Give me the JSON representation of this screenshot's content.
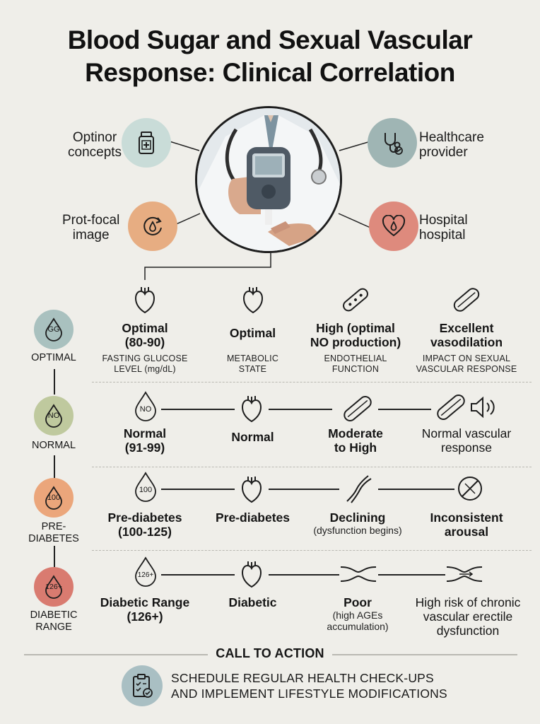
{
  "title": {
    "line1": "Blood Sugar and Sexual Vascular",
    "line2": "Response: Clinical Correlation"
  },
  "features": {
    "top_left": {
      "line1": "Optinor",
      "line2": "concepts",
      "icon": "medicine-bottle-icon",
      "color": "#c9dcd8"
    },
    "bottom_left": {
      "line1": "Prot-focal",
      "line2": "image",
      "icon": "refresh-drop-icon",
      "color": "#e7ad82"
    },
    "top_right": {
      "line1": "Healthcare",
      "line2": "provider",
      "icon": "stethoscope-icon",
      "color": "#9fb5b4"
    },
    "bottom_right": {
      "line1": "Hospital",
      "line2": "hospital",
      "icon": "heart-drop-icon",
      "color": "#de8a7d"
    }
  },
  "hero_image": {
    "icon": "glucose-meter-photo"
  },
  "header_row": {
    "col1": {
      "title1": "Optimal",
      "title2": "(80-90)",
      "sub1": "FASTING GLUCOSE",
      "sub2": "LEVEL (mg/dL)"
    },
    "col2": {
      "title1": "Optimal",
      "sub1": "METABOLIC",
      "sub2": "STATE"
    },
    "col3": {
      "title1": "High (optimal",
      "title2": "NO production)",
      "sub1": "ENDOTHELIAL",
      "sub2": "FUNCTION"
    },
    "col4": {
      "title1": "Excellent",
      "title2": "vasodilation",
      "sub1": "IMPACT ON SEXUAL",
      "sub2": "VASCULAR RESPONSE"
    }
  },
  "levels": [
    {
      "badge": "GG",
      "label1": "OPTIMAL",
      "label2": "",
      "color": "#a9c1bf"
    },
    {
      "badge": "NO",
      "label1": "NORMAL",
      "label2": "",
      "color": "#bfc99e"
    },
    {
      "badge": "100",
      "label1": "PRE-",
      "label2": "DIABETES",
      "color": "#eba67b"
    },
    {
      "badge": "126+",
      "label1": "DIABETIC",
      "label2": "RANGE",
      "color": "#d97b70"
    }
  ],
  "rows": {
    "normal": {
      "badge": "NO",
      "c1a": "Normal",
      "c1b": "(91-99)",
      "c2a": "Normal",
      "c3a": "Moderate",
      "c3b": "to High",
      "c4a": "Normal vascular",
      "c4b": "response"
    },
    "prediabetes": {
      "badge": "100",
      "c1a": "Pre-diabetes",
      "c1b": "(100-125)",
      "c2a": "Pre-diabetes",
      "c3a": "Declining",
      "c3b": "(dysfunction begins)",
      "c4a": "Inconsistent",
      "c4b": "arousal"
    },
    "diabetic": {
      "badge": "126+",
      "c1a": "Diabetic Range",
      "c1b": "(126+)",
      "c2a": "Diabetic",
      "c3a": "Poor",
      "c3b": "(high AGEs",
      "c3c": "accumulation)",
      "c4a": "High risk of chronic",
      "c4b": "vascular erectile",
      "c4c": "dysfunction"
    }
  },
  "cta": {
    "title": "CALL TO ACTION",
    "line1": "SCHEDULE REGULAR HEALTH CHECK-UPS",
    "line2": "AND IMPLEMENT LIFESTYLE MODIFICATIONS",
    "icon": "checklist-icon",
    "color": "#a9bfc3"
  }
}
